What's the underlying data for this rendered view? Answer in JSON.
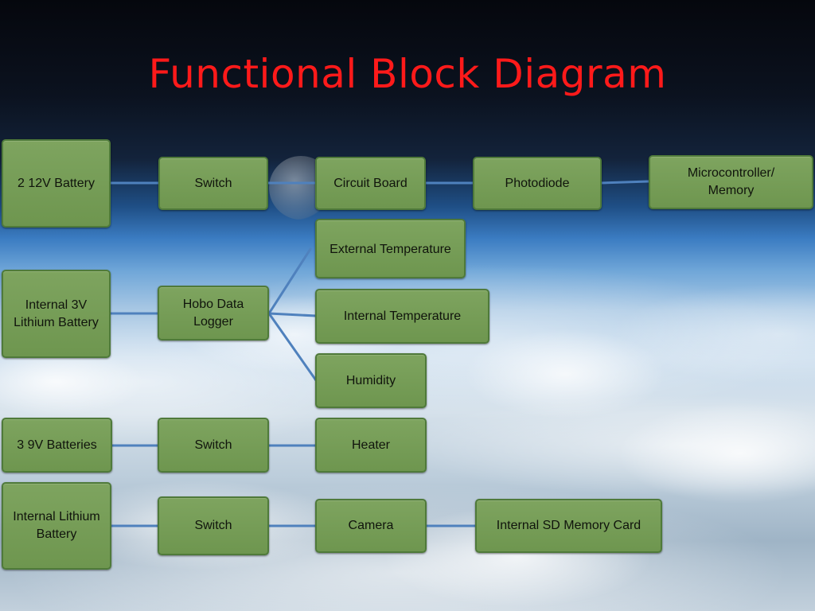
{
  "slide": {
    "title": "Functional Block Diagram"
  },
  "colors": {
    "title": "#ff1a1a",
    "block_fill": "#739b55",
    "block_border": "#4f7a3a",
    "connector": "#4f81bd"
  },
  "blocks": {
    "battery_12v": "2 12V Battery",
    "switch_1": "Switch",
    "circuit_board": "Circuit Board",
    "photodiode": "Photodiode",
    "microcontroller": "Microcontroller/ Memory",
    "lithium_3v": "Internal 3V Lithium Battery",
    "hobo_logger": "Hobo Data Logger",
    "ext_temp": "External Temperature",
    "int_temp": "Internal Temperature",
    "humidity": "Humidity",
    "batteries_9v": "3 9V Batteries",
    "switch_2": "Switch",
    "heater": "Heater",
    "int_lithium": "Internal Lithium Battery",
    "switch_3": "Switch",
    "camera": "Camera",
    "sd_card": "Internal SD Memory Card"
  },
  "connections": [
    [
      "battery_12v",
      "switch_1"
    ],
    [
      "switch_1",
      "circuit_board"
    ],
    [
      "circuit_board",
      "photodiode"
    ],
    [
      "photodiode",
      "microcontroller"
    ],
    [
      "lithium_3v",
      "hobo_logger"
    ],
    [
      "hobo_logger",
      "ext_temp"
    ],
    [
      "hobo_logger",
      "int_temp"
    ],
    [
      "hobo_logger",
      "humidity"
    ],
    [
      "batteries_9v",
      "switch_2"
    ],
    [
      "switch_2",
      "heater"
    ],
    [
      "int_lithium",
      "switch_3"
    ],
    [
      "switch_3",
      "camera"
    ],
    [
      "camera",
      "sd_card"
    ]
  ]
}
